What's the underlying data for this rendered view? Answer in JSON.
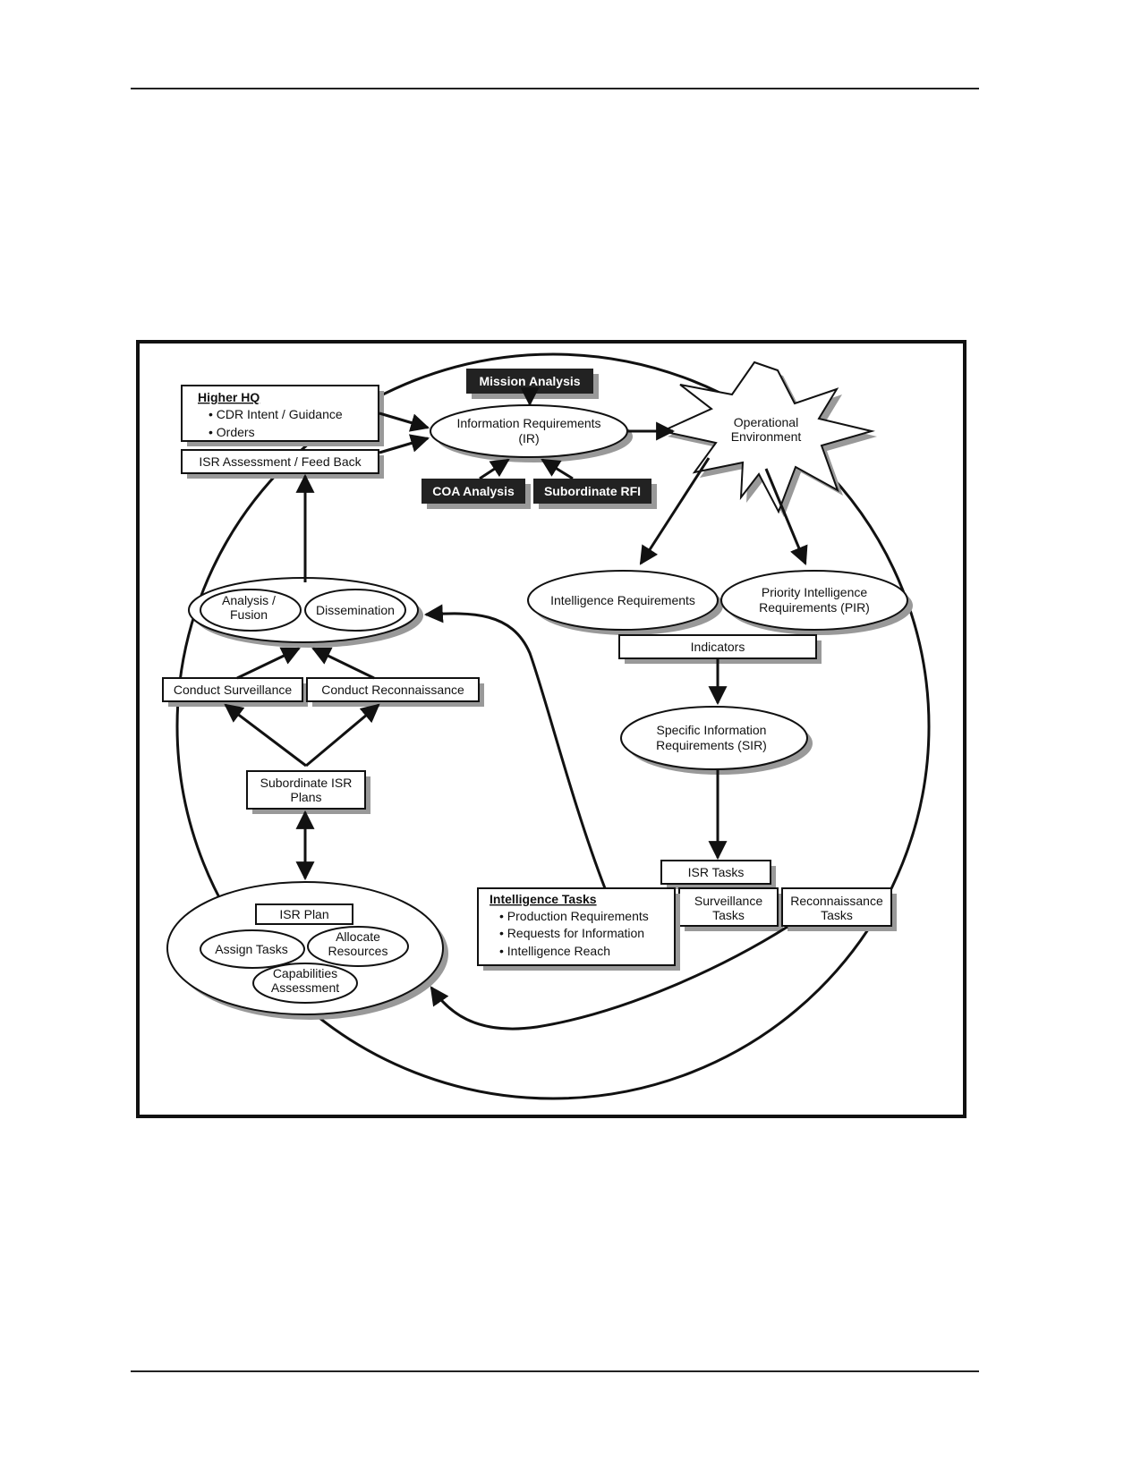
{
  "diagram": {
    "higher_hq": {
      "title": "Higher HQ",
      "bullets": [
        "CDR Intent / Guidance",
        "Orders"
      ]
    },
    "isr_assessment": "ISR Assessment / Feed Back",
    "mission_analysis": "Mission Analysis",
    "info_requirements": [
      "Information Requirements",
      "(IR)"
    ],
    "coa_analysis": "COA Analysis",
    "subordinate_rfi": "Subordinate RFI",
    "operational_environment": [
      "Operational",
      "Environment"
    ],
    "intelligence_requirements": "Intelligence Requirements",
    "pir": [
      "Priority Intelligence",
      "Requirements (PIR)"
    ],
    "indicators": "Indicators",
    "sir": [
      "Specific Information",
      "Requirements (SIR)"
    ],
    "isr_tasks": "ISR Tasks",
    "surveillance_tasks": [
      "Surveillance",
      "Tasks"
    ],
    "reconnaissance_tasks": [
      "Reconnaissance",
      "Tasks"
    ],
    "intelligence_tasks": {
      "title": "Intelligence Tasks",
      "bullets": [
        "Production Requirements",
        "Requests for Information",
        "Intelligence Reach"
      ]
    },
    "analysis_fusion": [
      "Analysis /",
      "Fusion"
    ],
    "dissemination": "Dissemination",
    "conduct_surveillance": "Conduct Surveillance",
    "conduct_reconnaissance": "Conduct Reconnaissance",
    "subordinate_isr_plans": [
      "Subordinate ISR",
      "Plans"
    ],
    "isr_plan": {
      "title": "ISR Plan",
      "assign_tasks": "Assign Tasks",
      "allocate_resources": [
        "Allocate",
        "Resources"
      ],
      "capabilities_assessment": [
        "Capabilities",
        "Assessment"
      ]
    }
  }
}
